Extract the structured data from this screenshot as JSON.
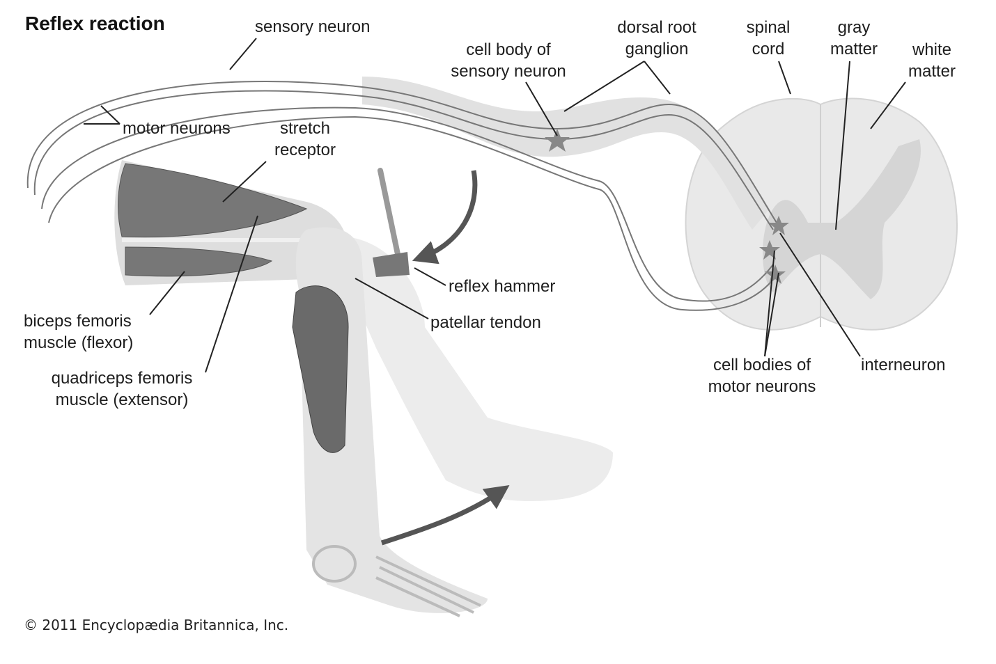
{
  "title": "Reflex reaction",
  "copyright": "© 2011 Encyclopædia Britannica, Inc.",
  "labels": {
    "sensory_neuron": "sensory neuron",
    "motor_neurons": "motor neurons",
    "stretch_receptor_1": "stretch",
    "stretch_receptor_2": "receptor",
    "cell_body_sensory_1": "cell body of",
    "cell_body_sensory_2": "sensory neuron",
    "dorsal_root_1": "dorsal root",
    "dorsal_root_2": "ganglion",
    "spinal_cord_1": "spinal",
    "spinal_cord_2": "cord",
    "gray_matter_1": "gray",
    "gray_matter_2": "matter",
    "white_matter_1": "white",
    "white_matter_2": "matter",
    "reflex_hammer": "reflex hammer",
    "patellar_tendon": "patellar tendon",
    "biceps_1": "biceps femoris",
    "biceps_2": "muscle (flexor)",
    "quadriceps_1": "quadriceps femoris",
    "quadriceps_2": "muscle (extensor)",
    "motor_cell_bodies_1": "cell bodies of",
    "motor_cell_bodies_2": "motor neurons",
    "interneuron": "interneuron"
  },
  "colors": {
    "tissue_light": "#e6e6e6",
    "tissue_mid": "#cfcfcf",
    "muscle_dark": "#6a6a6a",
    "nerve": "#555555",
    "arrow": "#555555",
    "leader": "#222222"
  }
}
